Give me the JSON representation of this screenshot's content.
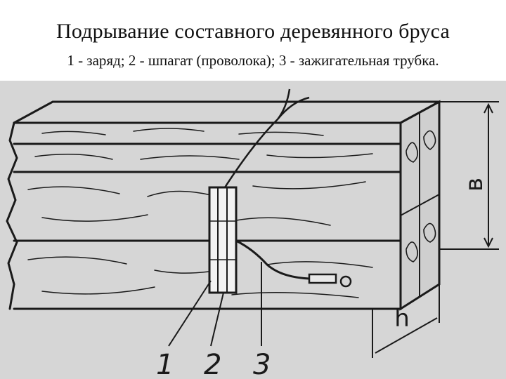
{
  "title": "Подрывание составного деревянного бруса",
  "caption": "1 - заряд; 2 - шпагат (проволока); 3 - зажигательная трубка.",
  "diagram": {
    "callouts": [
      {
        "number": "1",
        "meaning": "заряд"
      },
      {
        "number": "2",
        "meaning": "шпагат (проволока)"
      },
      {
        "number": "3",
        "meaning": "зажигательная трубка"
      }
    ],
    "dimension_height": "в",
    "dimension_width": "h"
  },
  "colors": {
    "background": "#ffffff",
    "paper": "#d9d9d9",
    "ink": "#1a1a1a"
  }
}
